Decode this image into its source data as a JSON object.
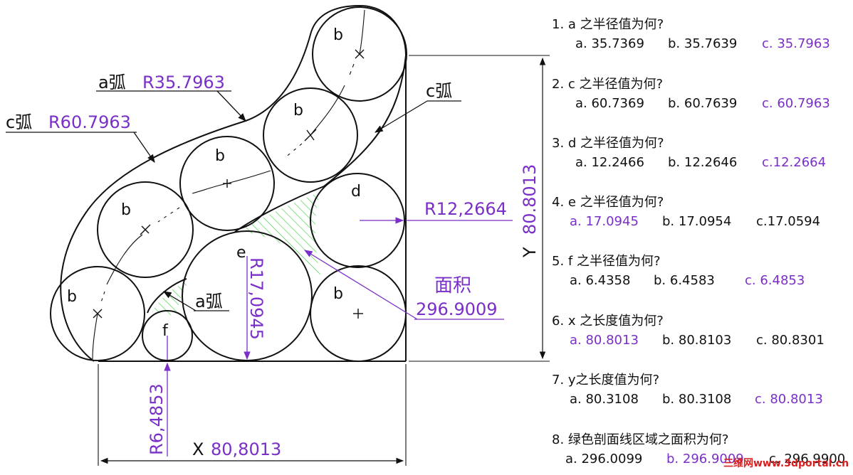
{
  "colors": {
    "line": "#111111",
    "accent": "#7a2fc8",
    "hatch": "#33cc33",
    "watermark": "#d82020"
  },
  "labels": {
    "circle_a_top": "b",
    "circle_b2": "b",
    "circle_b3": "b",
    "circle_b4": "b",
    "circle_b5": "b",
    "circle_b6": "b",
    "circle_d": "d",
    "circle_e": "e",
    "circle_f": "f",
    "arc_a_tag": "a弧",
    "arc_a_value": "R35.7963",
    "arc_c_tag": "c弧",
    "arc_c_value": "R60.7963",
    "arc_c_right": "c弧",
    "arc_a_inner": "a弧",
    "r_d": "R12,2664",
    "r_e": "R17,0945",
    "r_f": "R6,4853",
    "area_title": "面积",
    "area_value": "296.9009",
    "dim_x_prefix": "X",
    "dim_x_value": "80,8013",
    "dim_y_prefix": "Y",
    "dim_y_value": "80.8013"
  },
  "questions": [
    {
      "q": "1.  a 之半径值为何?",
      "options": [
        "a. 35.7369",
        "b. 35.7639",
        "c. 35.7963"
      ],
      "answer": 2
    },
    {
      "q": "2.  c 之半径值为何?",
      "options": [
        "a. 60.7369",
        "b. 60.7639",
        "c. 60.7963"
      ],
      "answer": 2
    },
    {
      "q": "3. d 之半径值为何?",
      "options": [
        "a. 12.2466",
        "b. 12.2646",
        "c.12.2664"
      ],
      "answer": 2
    },
    {
      "q": "4.  e  之半径值为何?",
      "options": [
        "a. 17.0945",
        "b. 17.0954",
        "c.17.0594"
      ],
      "answer": 0
    },
    {
      "q": "5.  f 之半径值为何?",
      "options": [
        "a. 6.4358",
        "b. 6.4583",
        "c. 6.4853"
      ],
      "answer": 2
    },
    {
      "q": "6. x 之长度值为何?",
      "options": [
        "a. 80.8013",
        "b. 80.8103",
        "c. 80.8301"
      ],
      "answer": 0
    },
    {
      "q": "7. y之长度值为何?",
      "options": [
        "a. 80.3108",
        "b. 80.3108",
        "c. 80.8013"
      ],
      "answer": 2
    },
    {
      "q": "8. 绿色剖面线区域之面积为何?",
      "options": [
        "a. 296.0099",
        "b. 296.9009",
        "c. 296.9900"
      ],
      "answer": 1
    }
  ],
  "watermark": "三维网www.3dportal.cn"
}
